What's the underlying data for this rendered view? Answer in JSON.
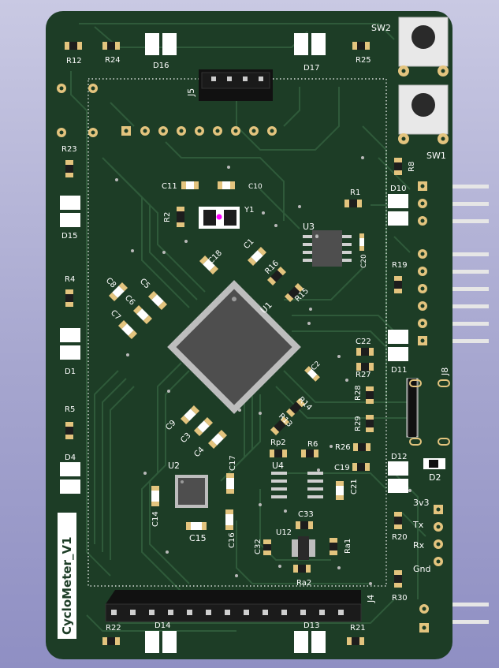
{
  "board": {
    "title": "CycloMeter_V1",
    "colors": {
      "substrate": "#1d3d26",
      "trace": "#2f5a3a",
      "silk": "#ffffff",
      "copper": "#e3c47e",
      "chip": "#4e4e4e",
      "switch_body": "#d9d9d9",
      "pin": "#e6e6e6"
    }
  },
  "labels": {
    "r12": "R12",
    "r24": "R24",
    "d16": "D16",
    "d17": "D17",
    "r25": "R25",
    "sw2": "SW2",
    "sw1": "SW1",
    "j5": "J5",
    "r23": "R23",
    "d15": "D15",
    "c11": "C11",
    "c10": "C10",
    "r2": "R2",
    "y1": "Y1",
    "r1": "R1",
    "r8": "R8",
    "d10": "D10",
    "u3": "U3",
    "c20": "C20",
    "c18": "C18",
    "c1": "C1",
    "r16": "R16",
    "r15": "R15",
    "r19": "R19",
    "r4": "R4",
    "c8": "C8",
    "c5": "C5",
    "c6": "C6",
    "c7": "C7",
    "u1": "U1",
    "d1": "D1",
    "c22": "C22",
    "r27": "R27",
    "d11": "D11",
    "c2": "C2",
    "j8": "J8",
    "r28": "R28",
    "r5": "R5",
    "r14": "R14",
    "r13": "R13",
    "c9": "C9",
    "c3": "C3",
    "c4": "C4",
    "r29": "R29",
    "d4": "D4",
    "rp2": "Rp2",
    "r6": "R6",
    "r26": "R26",
    "d12": "D12",
    "d2": "D2",
    "u2": "U2",
    "c17": "C17",
    "u4": "U4",
    "c19": "C19",
    "c21": "C21",
    "c14": "C14",
    "c33": "C33",
    "v3v3": "3v3",
    "c15": "C15",
    "c16": "C16",
    "u12": "U12",
    "tx": "Tx",
    "r20": "R20",
    "c32": "C32",
    "ra1": "Ra1",
    "rx": "Rx",
    "ra2": "Ra2",
    "gnd": "Gnd",
    "j4": "J4",
    "r30": "R30",
    "r22": "R22",
    "d14": "D14",
    "d13": "D13",
    "r21": "R21"
  }
}
